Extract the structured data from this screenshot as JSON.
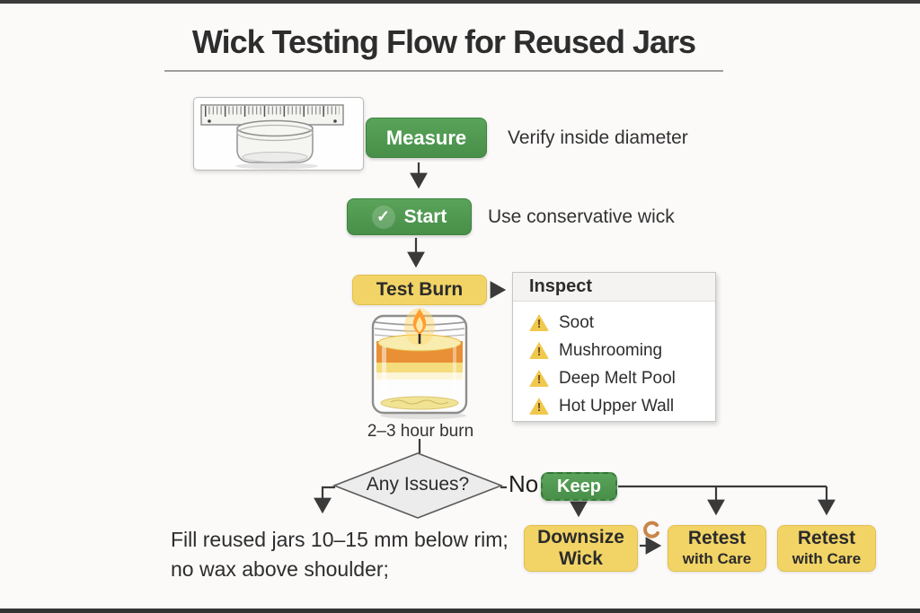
{
  "title": "Wick Testing Flow for Reused Jars",
  "steps": {
    "measure": {
      "label": "Measure",
      "note": "Verify inside diameter"
    },
    "start": {
      "label": "Start",
      "note": "Use conservative wick"
    },
    "test_burn": {
      "label": "Test Burn",
      "caption": "2–3 hour burn"
    },
    "inspect": {
      "title": "Inspect",
      "items": [
        "Soot",
        "Mushrooming",
        "Deep Melt Pool",
        "Hot Upper Wall"
      ]
    },
    "decision": {
      "label": "Any Issues?",
      "branch_no": "No"
    },
    "keep": {
      "label": "Keep"
    },
    "downsize": {
      "line1": "Downsize",
      "line2": "Wick"
    },
    "retest_1": {
      "line1": "Retest",
      "line2": "with Care"
    },
    "retest_2": {
      "line1": "Retest",
      "line2": "with Care"
    },
    "fill_note": {
      "line1": "Fill reused jars 10–15 mm below rim;",
      "line2": "no wax above shoulder;"
    }
  },
  "icons": {
    "check_glyph": "✓",
    "warning_glyph": "!"
  },
  "colors": {
    "button_green": "#4a954a",
    "box_yellow": "#f2d466",
    "warning_yellow": "#f0c84e",
    "arrow_gray": "#3a3a3a",
    "diamond_fill": "#ececec"
  }
}
